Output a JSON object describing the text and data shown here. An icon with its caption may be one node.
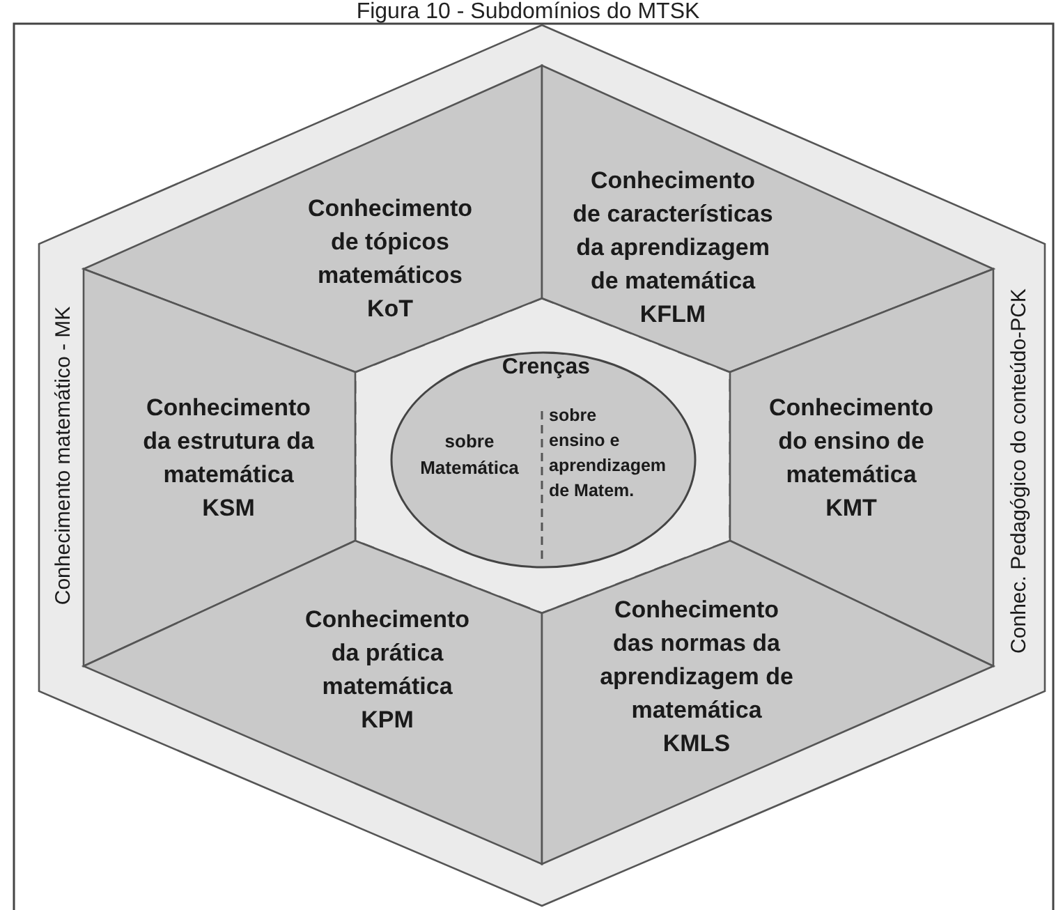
{
  "diagram": {
    "title": "Figura 10 - Subdomínios do MTSK",
    "nodes": [
      {
        "text": [
          "Conhecimento matemático - MK",
          "Conhec. Pedagógico do conteúdo-PCK"
        ]
      },
      {
        "text": [
          "Conhecimento de tópicos matemáticos",
          "KoT"
        ],
        "in": 0
      },
      {
        "text": [
          "Conhecimento de características da aprendizagem de matemática",
          "KFLM"
        ],
        "in": 0
      },
      {
        "text": [
          "Conhecimento da estrutura da matemática",
          "KSM"
        ],
        "in": 0
      },
      {
        "text": [
          "Crenças"
        ],
        "in": 0
      },
      {
        "text": [
          "sobre Matemática"
        ],
        "in": 4
      },
      {
        "text": [
          "sobre ensino e aprendizagem de Matem."
        ],
        "in": 4
      },
      {
        "text": [
          "Conhecimento do ensino de matemática",
          "KMT"
        ],
        "in": 0
      },
      {
        "text": [
          "Conhecimento da prática matemática",
          "KPM"
        ],
        "in": 0
      },
      {
        "text": [
          "Conhecimento das normas da aprendizagem de matemática",
          "KMLS"
        ],
        "in": 0
      }
    ]
  }
}
